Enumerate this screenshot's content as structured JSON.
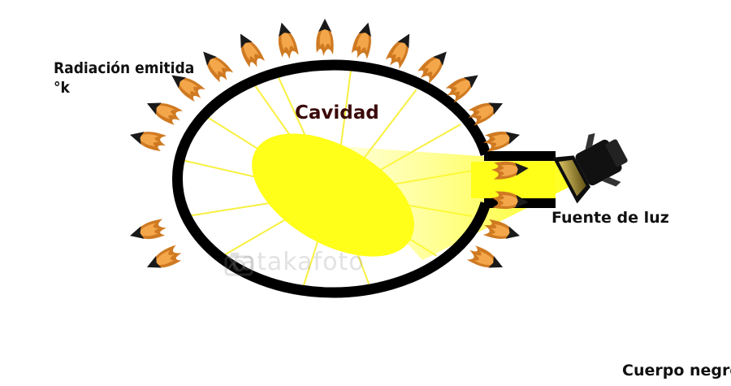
{
  "labels": {
    "radiation_line1": "Radiación emitida",
    "radiation_line2": "°k",
    "cavity": "Cavidad",
    "light_source": "Fuente de luz",
    "black_body": "Cuerpo negro"
  },
  "watermark": "xatakafoto",
  "icons": {
    "flame_arrow": "flame-arrow-icon",
    "spotlight": "spotlight-icon",
    "camera": "camera-icon"
  },
  "colors": {
    "cavity_wall": "#000000",
    "light": "#ffff1a",
    "rays": "#f8f040",
    "flame_outer": "#cf7a22",
    "flame_inner": "#f4a64a",
    "arrow_head": "#1a1a1a",
    "cavity_label": "#3b0a0a"
  }
}
